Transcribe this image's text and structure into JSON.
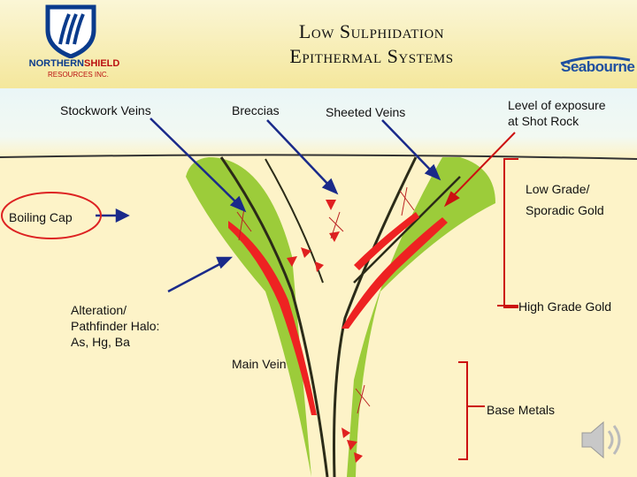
{
  "header": {
    "title_line1": "Low Sulphidation",
    "title_line2": "Epithermal Systems"
  },
  "logos": {
    "left_brand_part1": "NORTHERN",
    "left_brand_part2": "SHIELD",
    "left_sub": "RESOURCES INC.",
    "right_brand": "Seabourne"
  },
  "labels": {
    "stockwork": "Stockwork Veins",
    "breccias": "Breccias",
    "sheeted": "Sheeted Veins",
    "exposure_line1": "Level of exposure",
    "exposure_line2": "at Shot Rock",
    "low_grade_line1": "Low Grade/",
    "low_grade_line2": "Sporadic Gold",
    "boiling_cap": "Boiling Cap",
    "alteration_line1": "Alteration/",
    "alteration_line2": "Pathfinder Halo:",
    "alteration_line3": "As, Hg, Ba",
    "high_grade": "High Grade Gold",
    "main_vein": "Main Vein",
    "base_metals": "Base Metals"
  },
  "colors": {
    "halo_green": "#9ccc3a",
    "vein_red": "#ee2222",
    "arrow_blue": "#1a2a8a",
    "bracket_red": "#cc1111",
    "sky": "#eaf6f7",
    "ground": "#fdf3c8"
  },
  "icons": {
    "speaker": "speaker-icon"
  }
}
